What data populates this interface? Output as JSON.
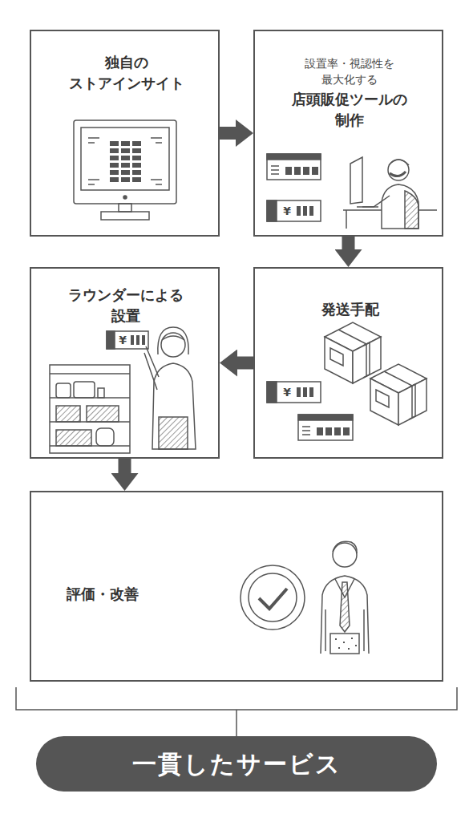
{
  "diagram": {
    "nodes": [
      {
        "text": [
          "独自の ストアインサイト"
        ]
      },
      {
        "text": [
          "設置率・視認性を 最大化する",
          "店頭販促ツールの 制作"
        ]
      },
      {
        "text": [
          "発送手配"
        ]
      },
      {
        "text": [
          "ラウンダーによる 設置"
        ]
      },
      {
        "text": [
          "評価・改善"
        ]
      },
      {
        "text": [
          "一貫したサービス"
        ]
      }
    ],
    "edges": [
      {
        "from": 0,
        "to": 1,
        "arrow": "to"
      },
      {
        "from": 1,
        "to": 2,
        "arrow": "to"
      },
      {
        "from": 2,
        "to": 3,
        "arrow": "to"
      },
      {
        "from": 3,
        "to": 4,
        "arrow": "to"
      }
    ],
    "labels": [
      "¥",
      "¥",
      "¥"
    ]
  }
}
